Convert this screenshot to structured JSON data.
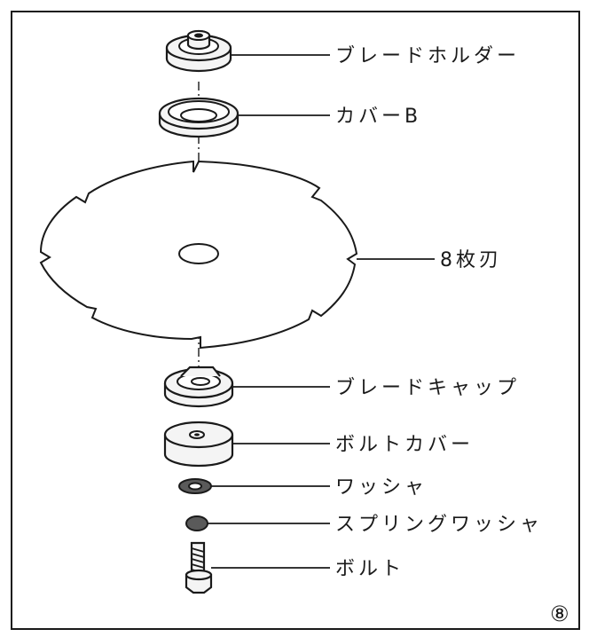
{
  "diagram": {
    "parts": [
      {
        "id": "blade-holder",
        "label": "ブレードホルダー"
      },
      {
        "id": "cover-b",
        "label": "カバーB"
      },
      {
        "id": "blade",
        "label": "8枚刃"
      },
      {
        "id": "blade-cap",
        "label": "ブレードキャップ"
      },
      {
        "id": "bolt-cover",
        "label": "ボルトカバー"
      },
      {
        "id": "washer",
        "label": "ワッシャ"
      },
      {
        "id": "spring-washer",
        "label": "スプリングワッシャ"
      },
      {
        "id": "bolt",
        "label": "ボルト"
      }
    ],
    "figure_number": "⑧"
  }
}
